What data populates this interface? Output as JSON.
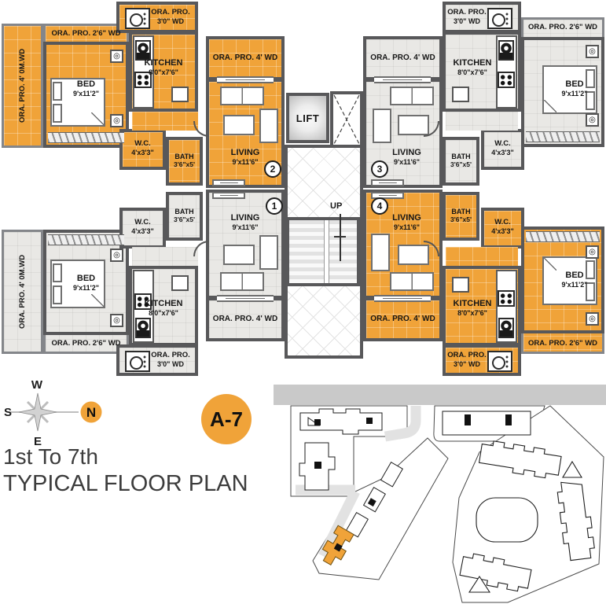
{
  "title": {
    "line1": "1st To 7th",
    "line2": "TYPICAL FLOOR PLAN"
  },
  "badge": "A-7",
  "compass": {
    "n": "N",
    "s": "S",
    "e": "E",
    "w": "W"
  },
  "core": {
    "lift": "LIFT",
    "up": "UP"
  },
  "rooms": {
    "bed": {
      "name": "BED",
      "dim": "9'x11'2\""
    },
    "kitchen": {
      "name": "KITCHEN",
      "dim": "8'0\"x7'6\""
    },
    "living": {
      "name": "LIVING",
      "dim": "9'x11'6\""
    },
    "wc": {
      "name": "W.C.",
      "dim": "4'x3'3\""
    },
    "bath": {
      "name": "BATH",
      "dim": "3'6\"x5'"
    }
  },
  "balconies": {
    "w26": "ORA. PRO. 2'6\" WD",
    "w30_l1": "ORA. PRO.",
    "w30_l2": "3'0\" WD",
    "w4": "ORA. PRO. 4' WD",
    "w40m": "ORA. PRO. 4' 0M.WD"
  },
  "units": [
    {
      "number": "1"
    },
    {
      "number": "2"
    },
    {
      "number": "3"
    },
    {
      "number": "4"
    }
  ],
  "icons": {
    "fixture": "◎"
  },
  "colors": {
    "accent_orange": "#F0A339",
    "wall": "#58585A",
    "unit_gray": "#E9E8E5",
    "road_gray": "#C9C9C9"
  }
}
